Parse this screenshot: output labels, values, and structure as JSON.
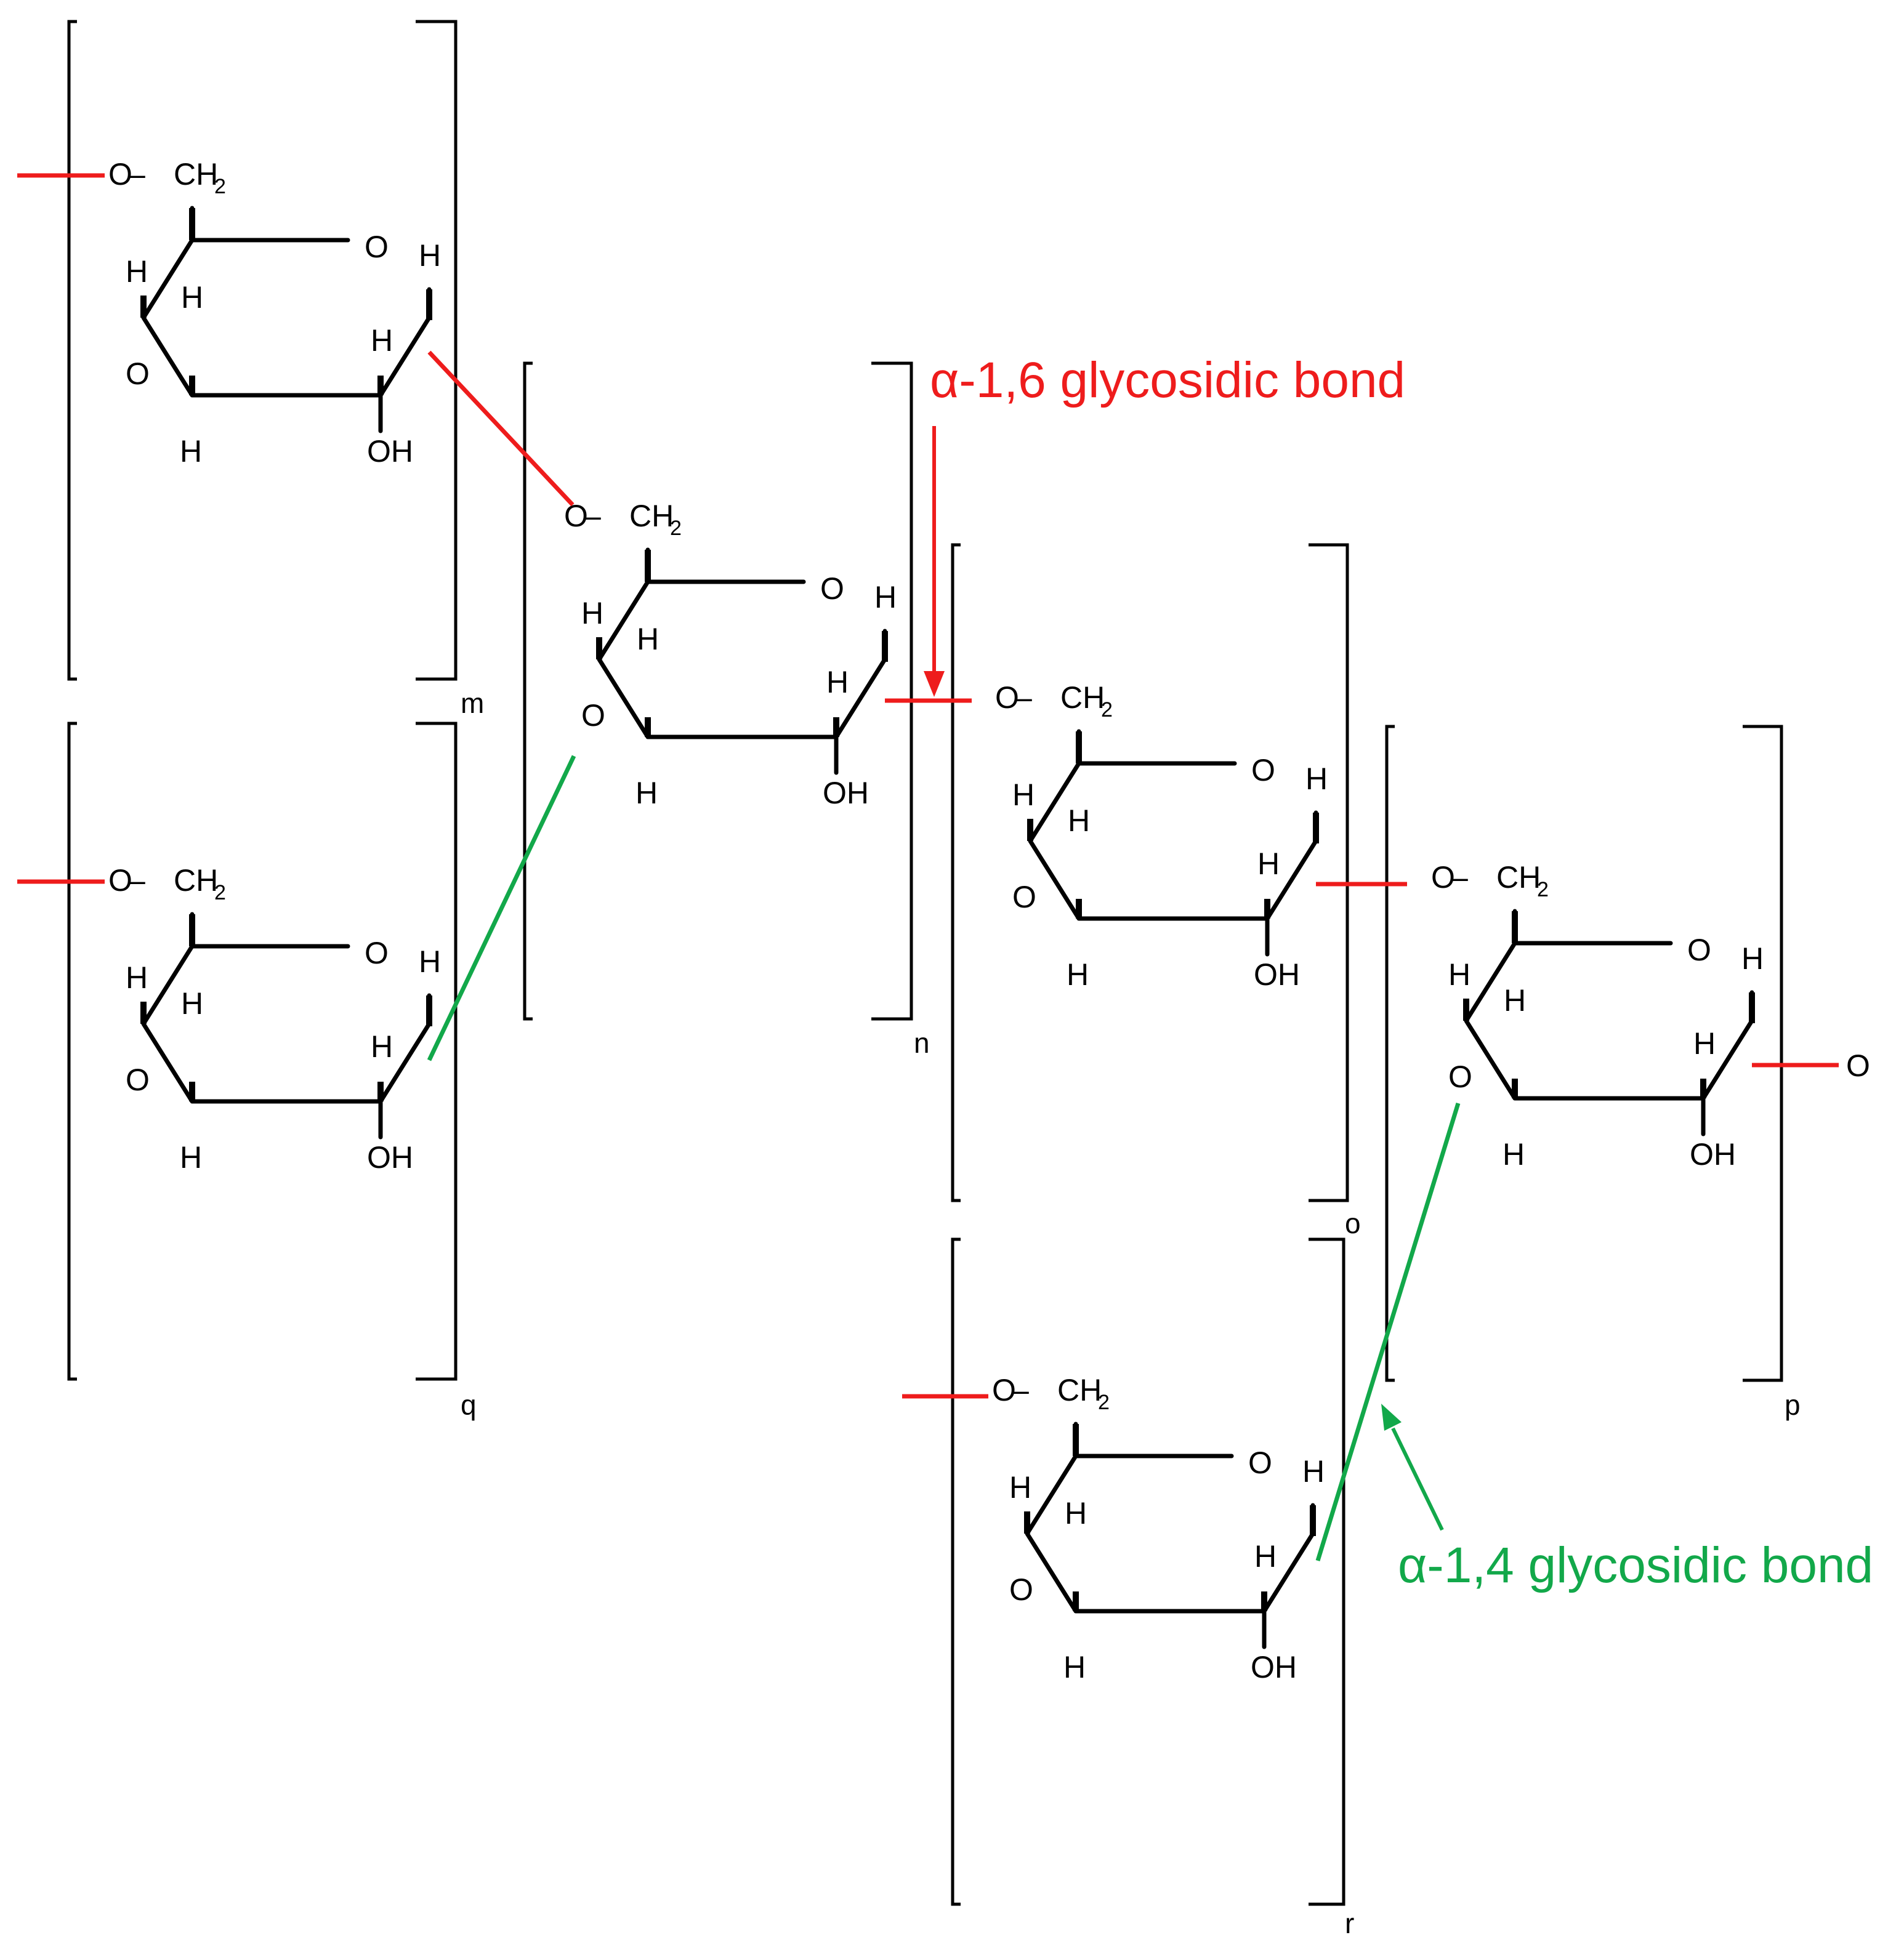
{
  "labels": {
    "alpha16": "α-1,6 glycosidic bond",
    "alpha14": "α-1,4 glycosidic bond"
  },
  "atoms": {
    "o": "O",
    "ch2": "CH",
    "ch2_sub": "2",
    "dash": "–",
    "h": "H",
    "oh": "OH"
  },
  "subscripts": {
    "m": "m",
    "n": "n",
    "o": "o",
    "p": "p",
    "q": "q",
    "r": "r"
  },
  "colors": {
    "alpha16": "#ee1c1c",
    "alpha14": "#12a84a",
    "structure": "#000000"
  }
}
